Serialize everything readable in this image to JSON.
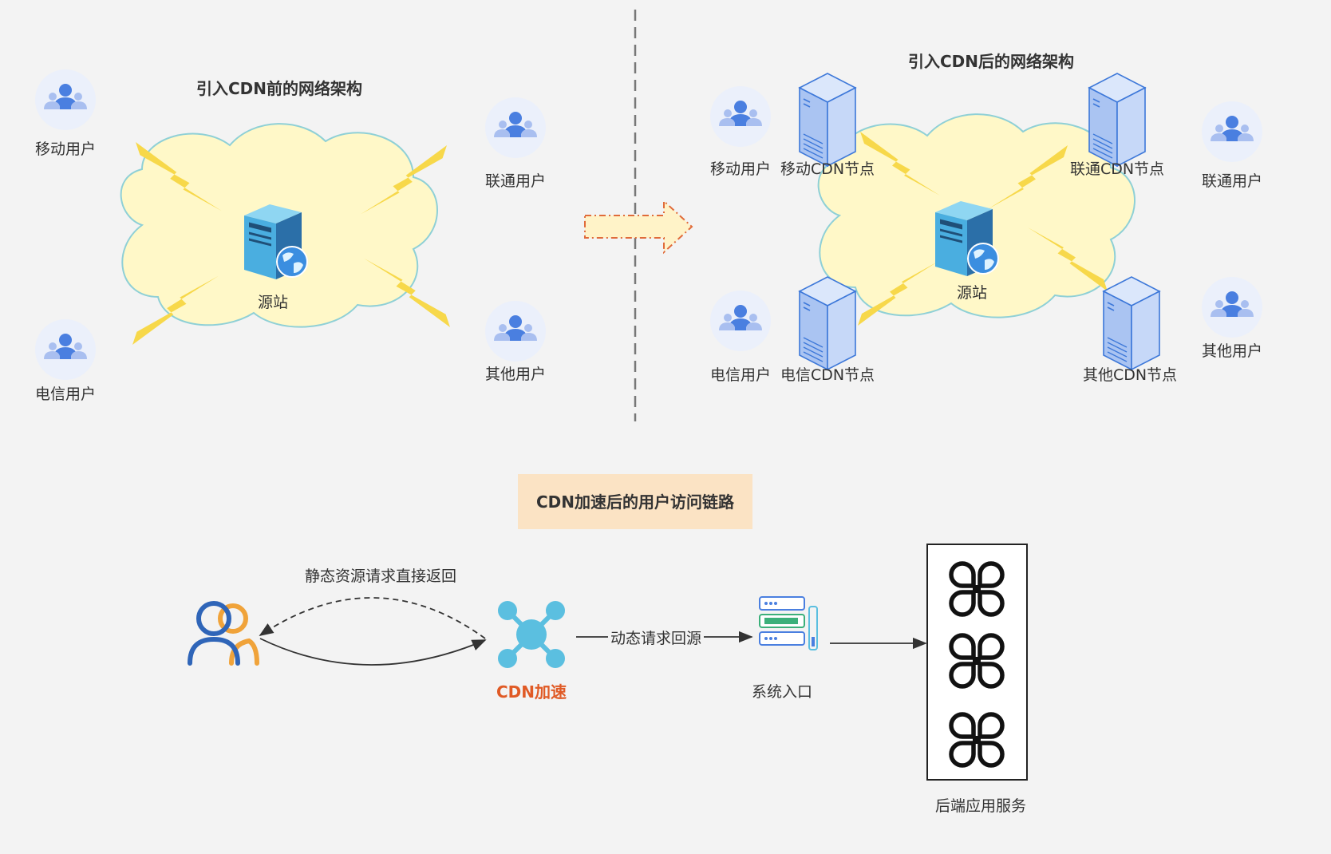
{
  "left": {
    "title": "引入CDN前的网络架构",
    "origin": "源站",
    "users": {
      "mobile": "移动用户",
      "unicom": "联通用户",
      "telecom": "电信用户",
      "other": "其他用户"
    }
  },
  "right": {
    "title": "引入CDN后的网络架构",
    "origin": "源站",
    "users": {
      "mobile": "移动用户",
      "unicom": "联通用户",
      "telecom": "电信用户",
      "other": "其他用户"
    },
    "nodes": {
      "mobile": "移动CDN节点",
      "unicom": "联通CDN节点",
      "telecom": "电信CDN节点",
      "other": "其他CDN节点"
    }
  },
  "bottom": {
    "title": "CDN加速后的用户访问链路",
    "static_label": "静态资源请求直接返回",
    "cdn_label": "CDN加速",
    "dynamic_label": "动态请求回源",
    "entry_label": "系统入口",
    "backend_label": "后端应用服务"
  },
  "colors": {
    "cloud_fill": "#fff8c8",
    "cloud_stroke": "#8fd0d6",
    "bolt": "#f7d84a",
    "server_side": "#aac4f2",
    "server_stroke": "#3d78d9",
    "user_icon": "#4a7fe0",
    "cdn_accent": "#e05a25",
    "cdn_icon": "#5bbfe0",
    "title_box": "#fbe3c4"
  }
}
